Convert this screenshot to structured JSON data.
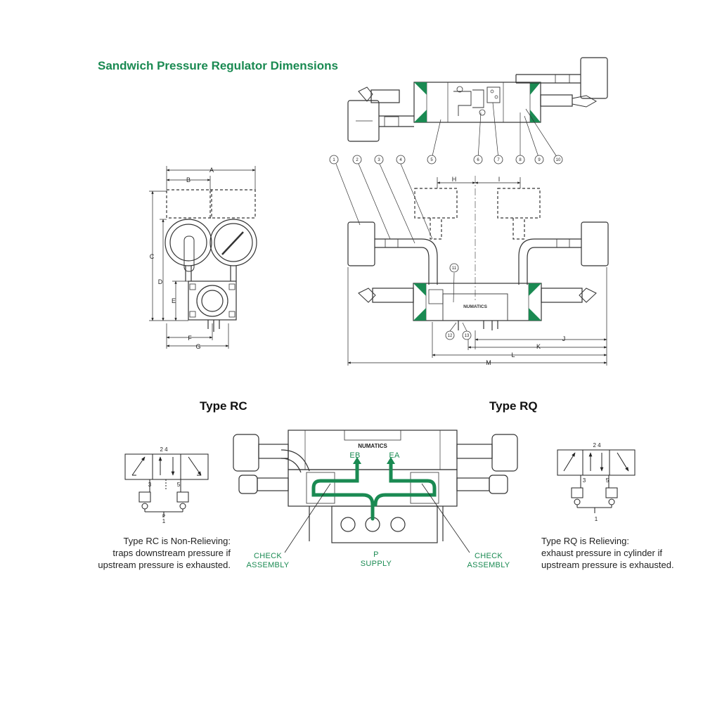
{
  "title": "Sandwich Pressure Regulator Dimensions",
  "colors": {
    "accent": "#1a8a52",
    "ink": "#222222"
  },
  "brand": "NUMATICS",
  "dimension_labels": [
    "A",
    "B",
    "C",
    "D",
    "E",
    "F",
    "G",
    "H",
    "I",
    "J",
    "K",
    "L",
    "M"
  ],
  "balloon_numbers": [
    "1",
    "2",
    "3",
    "4",
    "5",
    "6",
    "7",
    "8",
    "9",
    "10",
    "11",
    "12",
    "13"
  ],
  "type_rc": {
    "heading": "Type RC",
    "note_lines": [
      "Type RC is Non-Relieving:",
      "traps downstream pressure if",
      "upstream pressure is exhausted."
    ],
    "port_labels": {
      "ports_24": "2 4",
      "port_3": "3",
      "port_5": "5",
      "port_p": "P",
      "port_1": "1"
    }
  },
  "type_rq": {
    "heading": "Type RQ",
    "note_lines": [
      "Type RQ is Relieving:",
      "exhaust pressure in cylinder if",
      "upstream pressure is exhausted."
    ],
    "port_labels": {
      "ports_24": "2 4",
      "port_3": "3",
      "port_5": "5",
      "port_1": "1"
    }
  },
  "section": {
    "eb": "EB",
    "ea": "EA",
    "check_left": [
      "CHECK",
      "ASSEMBLY"
    ],
    "check_right": [
      "CHECK",
      "ASSEMBLY"
    ],
    "supply": [
      "P",
      "SUPPLY"
    ]
  }
}
